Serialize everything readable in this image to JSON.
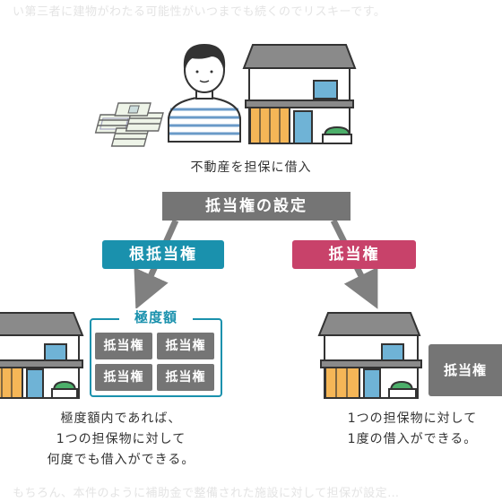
{
  "header_faded_text": "い第三者に建物がわたる可能性がいつまでも続くのでリスキーです。",
  "top_caption": "不動産を担保に借入",
  "setup_label": "抵当権の設定",
  "branches": {
    "left": {
      "label": "根抵当権",
      "color": "#1a91ad",
      "limit_label": "極度額",
      "inner_items": [
        "抵当権",
        "抵当権",
        "抵当権",
        "抵当権"
      ],
      "description": [
        "極度額内であれば、",
        "1つの担保物に対して",
        "何度でも借入ができる。"
      ]
    },
    "right": {
      "label": "抵当権",
      "color": "#c8426a",
      "badge": "抵当権",
      "description": [
        "1つの担保物に対して",
        "1度の借入ができる。"
      ]
    }
  },
  "footer_faded_text": "もちろん、本件のように補助金で整備された施設に対して担保が設定…",
  "colors": {
    "gray_box": "#757575",
    "house_orange": "#f5b657",
    "house_blue": "#6fb3d6",
    "house_green": "#4caf6a"
  }
}
